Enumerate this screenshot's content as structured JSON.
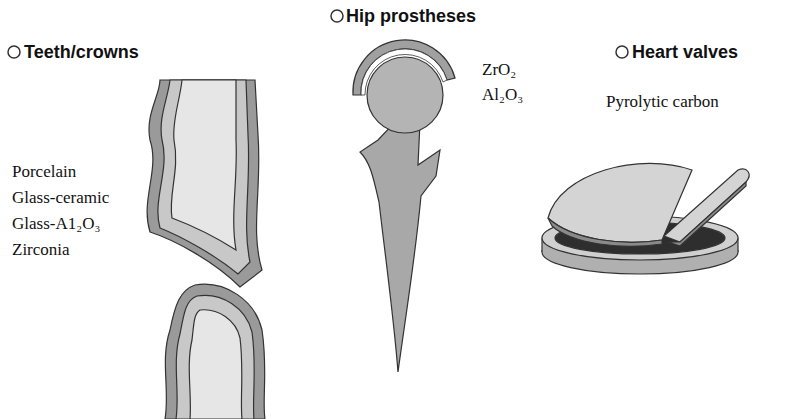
{
  "diagram": {
    "labels": [
      "Hip prostheses",
      "Teeth/crowns",
      "Heart valves",
      "Porcelain",
      "Glass-ceramic",
      "Glass-A1₂O₃",
      "Zirconia",
      "ZrO₂",
      "Al₂O₃",
      "Pyrolytic carbon"
    ]
  }
}
